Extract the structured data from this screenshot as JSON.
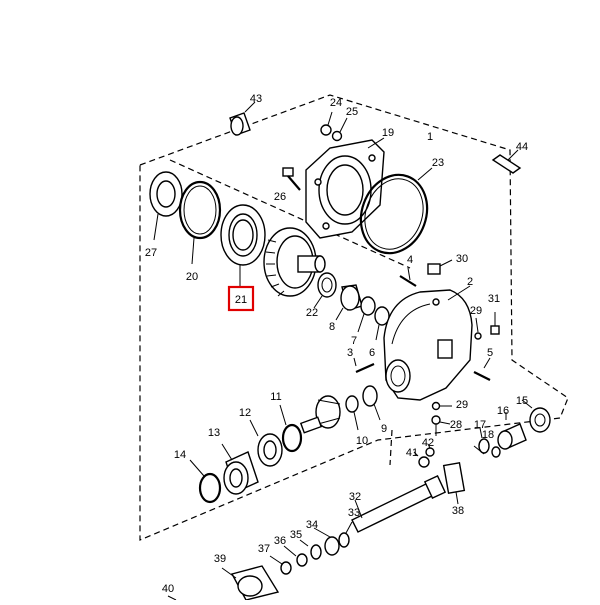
{
  "diagram": {
    "labels": [
      "1",
      "2",
      "3",
      "4",
      "5",
      "6",
      "7",
      "8",
      "9",
      "10",
      "11",
      "12",
      "13",
      "14",
      "15",
      "16",
      "17",
      "18",
      "19",
      "20",
      "21",
      "22",
      "23",
      "24",
      "25",
      "26",
      "27",
      "28",
      "29",
      "29",
      "30",
      "31",
      "32",
      "33",
      "34",
      "35",
      "36",
      "37",
      "38",
      "39",
      "40",
      "41",
      "42",
      "43",
      "44"
    ],
    "highlighted_label": "21",
    "highlight_color": "#e00000"
  }
}
